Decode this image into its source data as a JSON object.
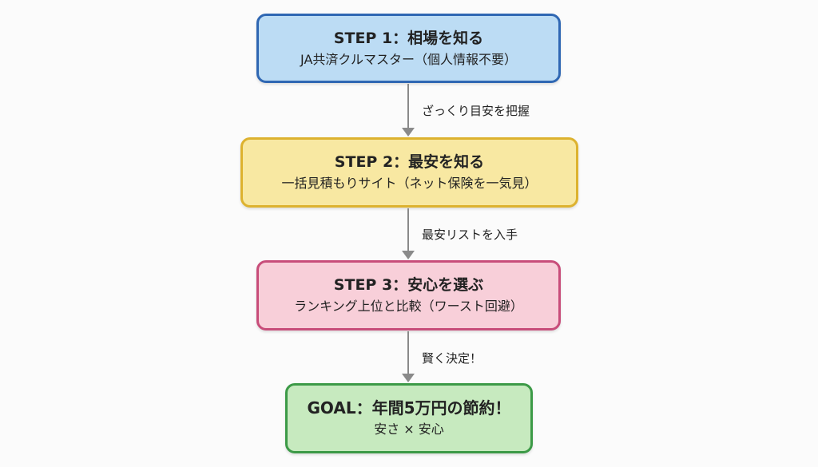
{
  "steps": [
    {
      "title": "STEP 1：相場を知る",
      "subtitle": "JA共済クルマスター（個人情報不要）",
      "color": "#bcdcf4",
      "border": "#2f67b3"
    },
    {
      "title": "STEP 2：最安を知る",
      "subtitle": "一括見積もりサイト（ネット保険を一気見）",
      "color": "#f8e8a2",
      "border": "#ddb22f"
    },
    {
      "title": "STEP 3：安心を選ぶ",
      "subtitle": "ランキング上位と比較（ワースト回避）",
      "color": "#f8cfd9",
      "border": "#c84d7a"
    }
  ],
  "goal": {
    "title": "GOAL：年間5万円の節約！",
    "subtitle": "安さ × 安心",
    "color": "#c7eabf",
    "border": "#3c9a47"
  },
  "arrows": [
    {
      "label": "ざっくり目安を把握"
    },
    {
      "label": "最安リストを入手"
    },
    {
      "label": "賢く決定！"
    }
  ]
}
